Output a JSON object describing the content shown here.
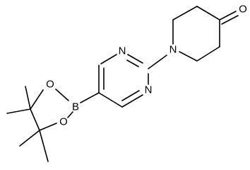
{
  "atom_labels": {
    "pyrimidine_n_top": "N",
    "pyrimidine_n_bottom": "N",
    "piperidine_n": "N",
    "ketone_o": "O",
    "boron": "B",
    "dioxaborolane_o_top": "O",
    "dioxaborolane_o_bottom": "O"
  },
  "colors": {
    "bond": "#000000",
    "label": "#000000",
    "background": "#ffffff"
  }
}
